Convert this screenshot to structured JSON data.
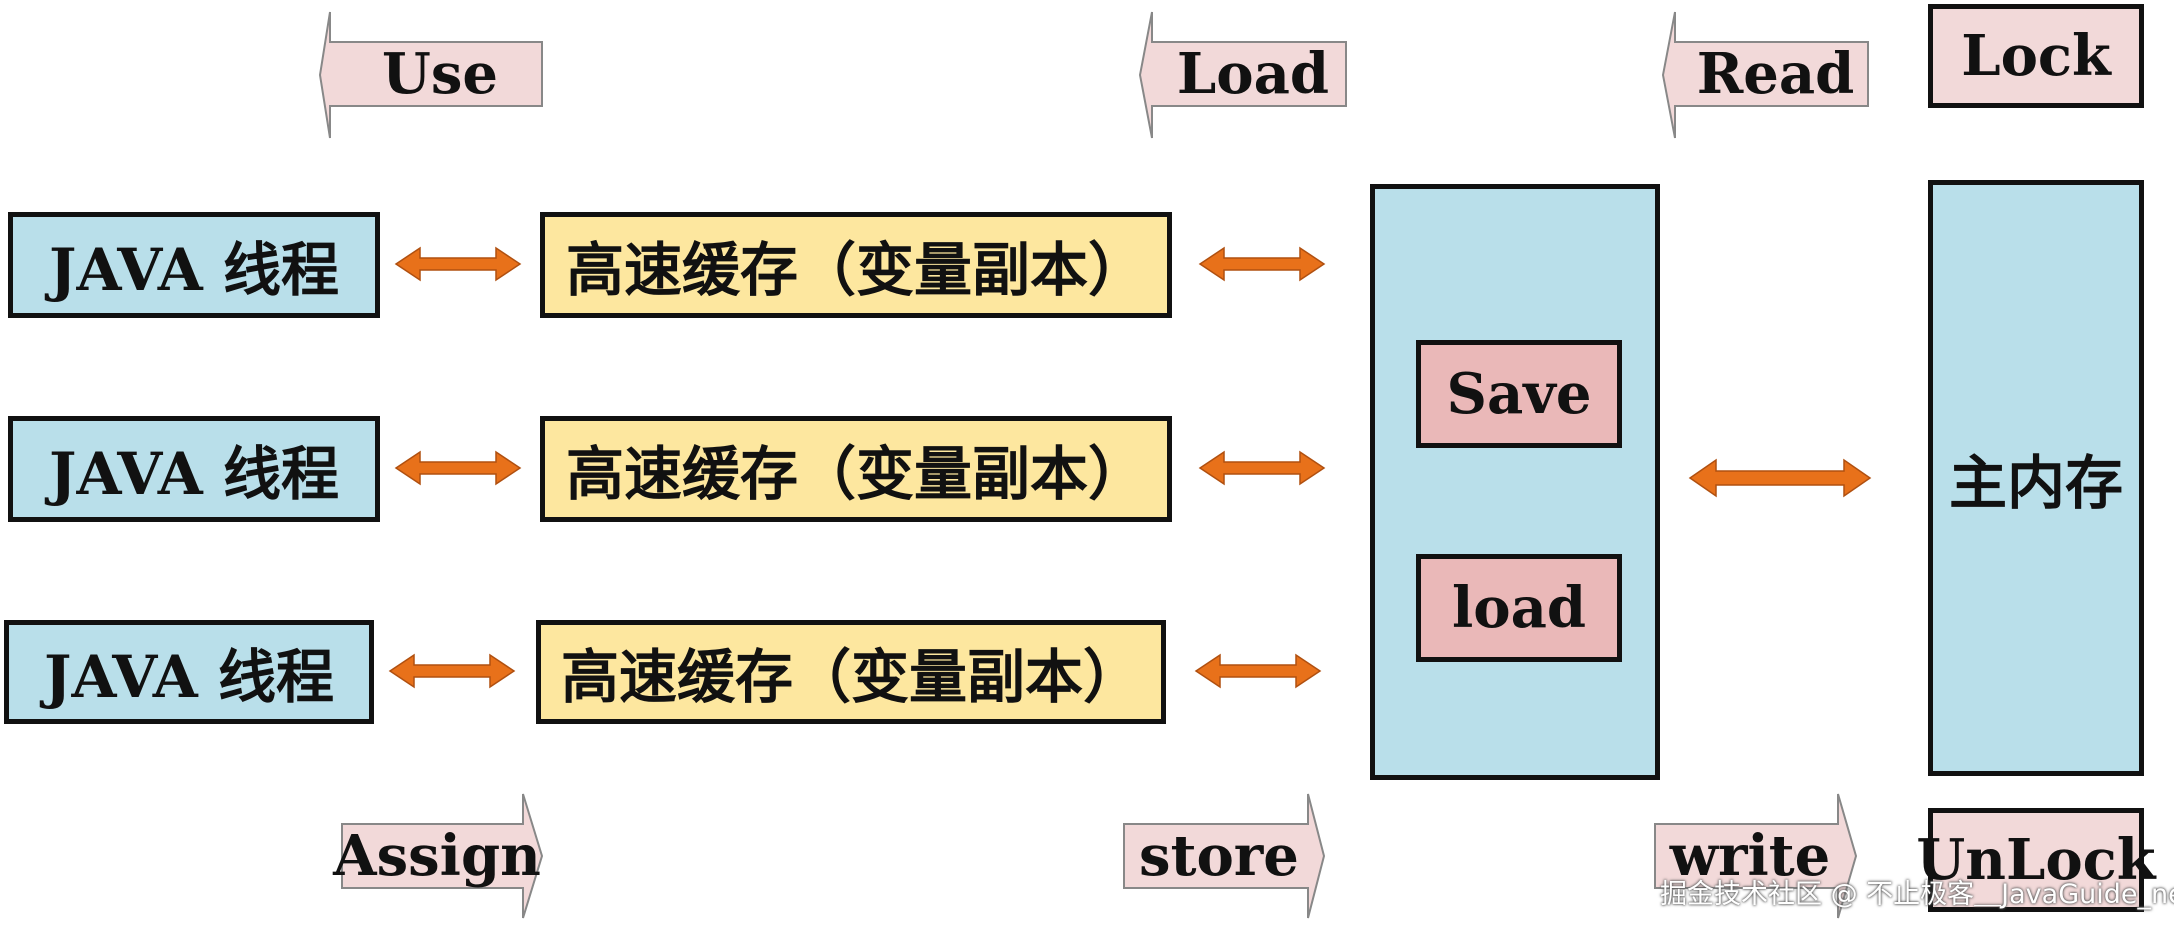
{
  "colors": {
    "thread_fill": "#b9dfea",
    "cache_fill": "#fde79f",
    "label_fill": "#f2d9d9",
    "pink_box_fill": "#eab8b8",
    "arrow": "#e8711a",
    "border": "#111111"
  },
  "top_ops": {
    "use": "Use",
    "load": "Load",
    "read": "Read",
    "lock": "Lock"
  },
  "bottom_ops": {
    "assign": "Assign",
    "store": "store",
    "write": "write",
    "unlock": "UnLock"
  },
  "rows": [
    {
      "thread": "JAVA 线程",
      "cache": "高速缓存（变量副本）"
    },
    {
      "thread": "JAVA 线程",
      "cache": "高速缓存（变量副本）"
    },
    {
      "thread": "JAVA 线程",
      "cache": "高速缓存（变量副本）"
    }
  ],
  "middle_box": {
    "save": "Save",
    "load": "load"
  },
  "main_memory": "主内存",
  "watermark": "掘金技术社区 @ 不止极客＿JavaGuide_net",
  "icons": {
    "left_arrows": "left-pointing-block-arrow",
    "right_arrows": "right-pointing-block-arrow",
    "connectors": "double-headed-arrow"
  }
}
